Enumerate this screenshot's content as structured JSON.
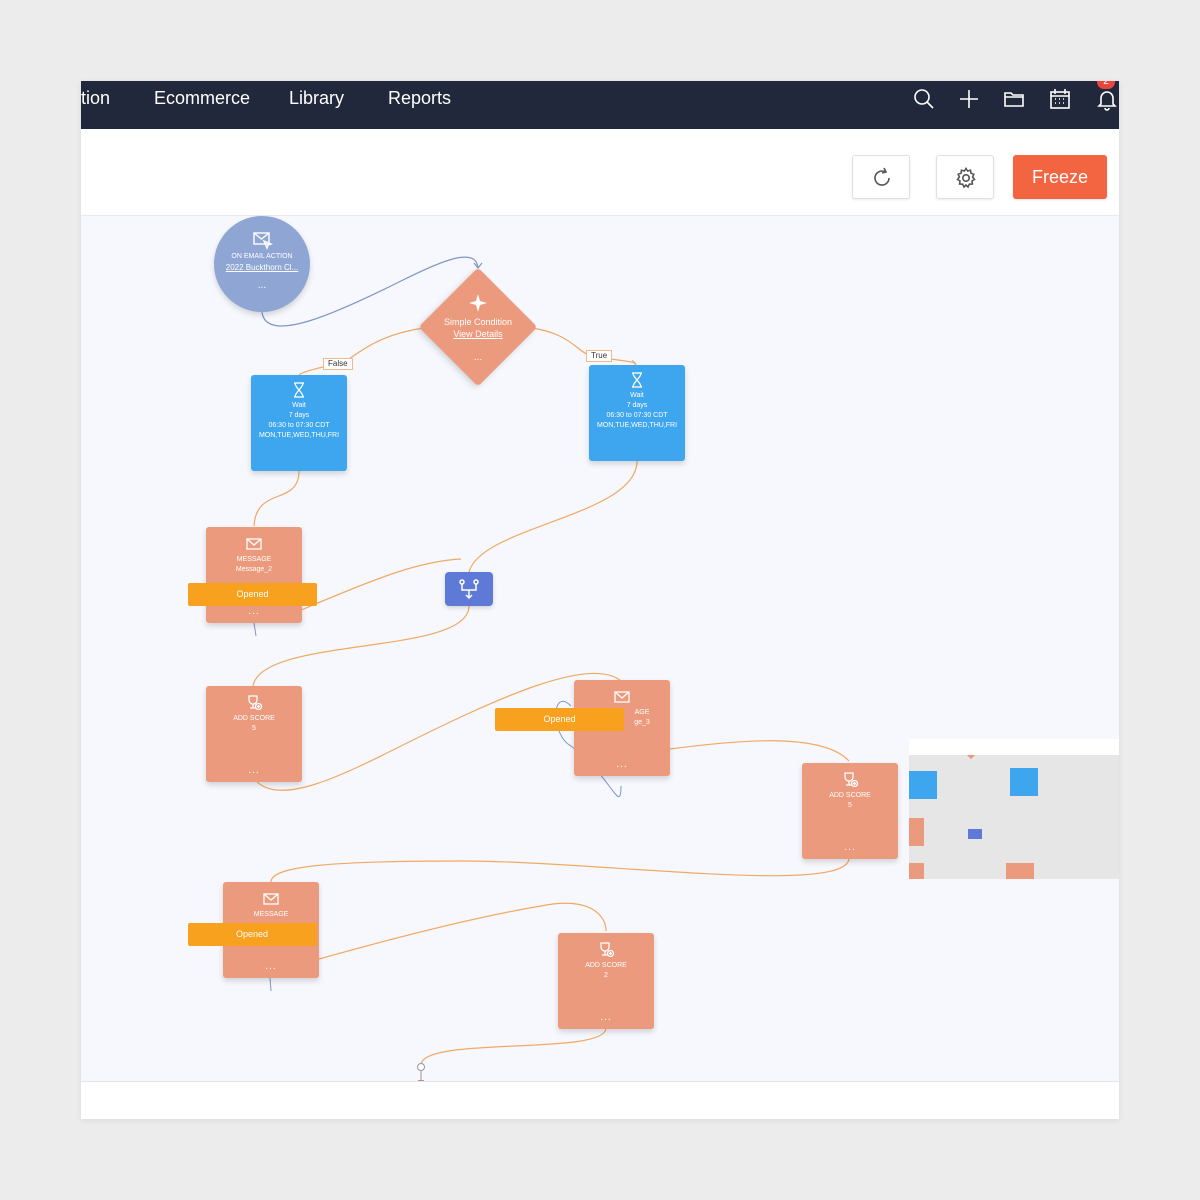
{
  "nav": {
    "items": [
      "tion",
      "Ecommerce",
      "Library",
      "Reports"
    ],
    "notification_count": "2"
  },
  "toolbar": {
    "freeze_label": "Freeze"
  },
  "trigger": {
    "label": "ON EMAIL ACTION",
    "link": "2022 Buckthorn Cl...",
    "dots": "..."
  },
  "condition": {
    "title": "Simple Condition",
    "link": "View Details",
    "dots": "...",
    "false_label": "False",
    "true_label": "True"
  },
  "wait_false": {
    "title": "Wait",
    "duration": "7 days",
    "time": "06:30 to 07:30  CDT",
    "days": "MON,TUE,WED,THU,FRI"
  },
  "wait_true": {
    "title": "Wait",
    "duration": "7 days",
    "time": "06:30 to 07:30  CDT",
    "days": "MON,TUE,WED,THU,FRI"
  },
  "message_2": {
    "title": "MESSAGE",
    "name": "Message_2",
    "badge": "Opened",
    "dots": "..."
  },
  "add_score_1": {
    "title": "ADD SCORE",
    "value": "5",
    "dots": "..."
  },
  "message_3": {
    "title": "AGE",
    "name": "ge_3",
    "badge": "Opened",
    "dots": "..."
  },
  "add_score_2": {
    "title": "ADD SCORE",
    "value": "5",
    "dots": "..."
  },
  "message_4": {
    "title": "MESSAGE",
    "badge": "Opened",
    "dots": "..."
  },
  "add_score_3": {
    "title": "ADD SCORE",
    "value": "2",
    "dots": "..."
  },
  "colors": {
    "nav_bg": "#22283b",
    "accent": "#f26540",
    "action_node": "#eb9a7d",
    "wait_node": "#3ea6ef",
    "opened_badge": "#f7a11e",
    "trigger_node": "#8fa6d5",
    "merge_node": "#5f7ad6"
  },
  "icons": {
    "nav": [
      "search-icon",
      "plus-icon",
      "folder-icon",
      "calendar-icon",
      "bell-icon"
    ],
    "toolbar": [
      "refresh-icon",
      "gear-icon"
    ],
    "nodes": [
      "email-action-icon",
      "condition-icon",
      "hourglass-icon",
      "envelope-icon",
      "trophy-plus-icon",
      "merge-icon"
    ]
  }
}
